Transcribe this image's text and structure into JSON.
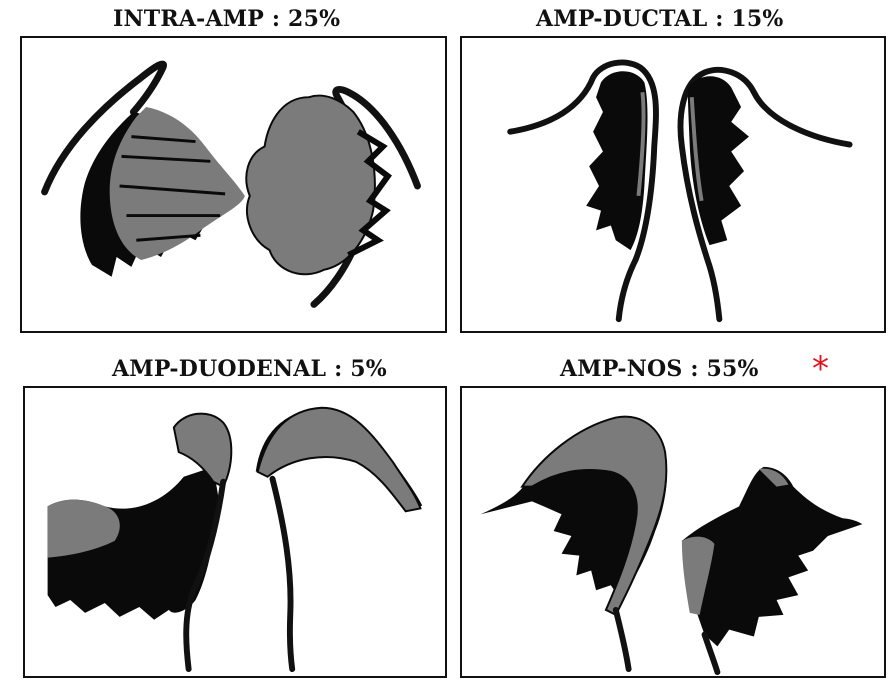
{
  "panels": [
    {
      "label": "INTRA-AMP : 25%"
    },
    {
      "label": "AMP-DUCTAL : 15%"
    },
    {
      "label": "AMP-DUODENAL : 5%"
    },
    {
      "label": "AMP-NOS : 55%"
    }
  ],
  "marker": {
    "symbol": "*",
    "color": "#e0141e"
  },
  "colors": {
    "tumor_black": "#0a0a0a",
    "tumor_gray": "#7b7b7b",
    "outline": "#111111"
  }
}
